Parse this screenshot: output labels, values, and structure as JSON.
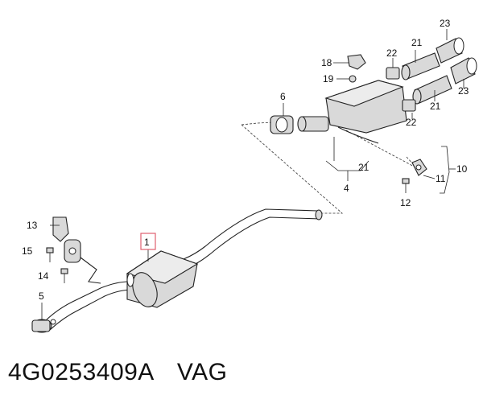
{
  "callouts": {
    "c1": "1",
    "c4": "4",
    "c5": "5",
    "c6": "6",
    "c10": "10",
    "c11": "11",
    "c12": "12",
    "c13": "13",
    "c14": "14",
    "c15": "15",
    "c18": "18",
    "c19": "19",
    "c21": "21",
    "c22": "22",
    "c23": "23"
  },
  "footer": {
    "part_number": "4G0253409A",
    "brand": "VAG"
  }
}
